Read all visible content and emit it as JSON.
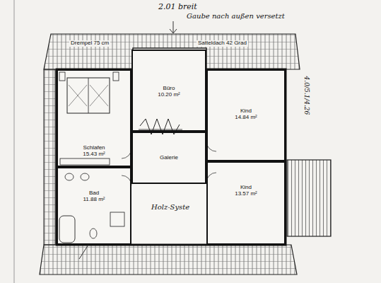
{
  "diagram": {
    "nodes": [
      {
        "text": [
          "Büro",
          "10.20 m²"
        ]
      },
      {
        "text": [
          "Kind",
          "14.84 m²"
        ]
      },
      {
        "text": [
          "Schlafen",
          "15.43 m²"
        ]
      },
      {
        "text": [
          "Galerie"
        ]
      },
      {
        "text": [
          "Bad",
          "11.88 m²"
        ]
      },
      {
        "text": [
          "Kind",
          "13.57 m²"
        ]
      }
    ],
    "labels": [
      "2.01 breit",
      "Gaube nach außen versetzt",
      "Drempel 75 cm",
      "Satteldach 42 Grad",
      "Holz-Syste",
      "4.0/5.1/4.26"
    ]
  }
}
